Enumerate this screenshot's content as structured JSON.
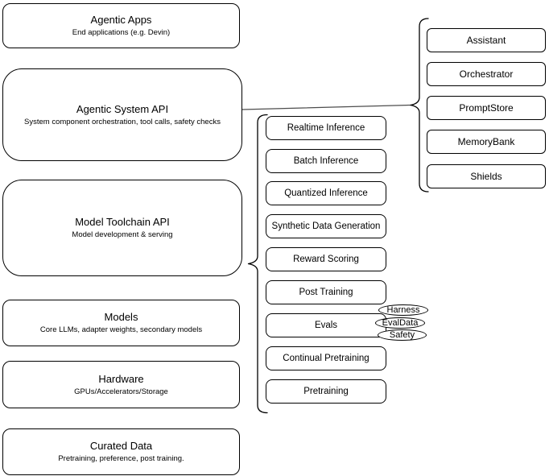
{
  "left_stack": [
    {
      "title": "Agentic Apps",
      "subtitle": "End applications (e.g. Devin)"
    },
    {
      "title": "Agentic System API",
      "subtitle": "System component orchestration, tool calls, safety checks"
    },
    {
      "title": "Model Toolchain API",
      "subtitle": "Model development & serving"
    },
    {
      "title": "Models",
      "subtitle": "Core LLMs, adapter weights, secondary models"
    },
    {
      "title": "Hardware",
      "subtitle": "GPUs/Accelerators/Storage"
    },
    {
      "title": "Curated Data",
      "subtitle": "Pretraining, preference, post training."
    }
  ],
  "toolchain_group": [
    "Realtime Inference",
    "Batch Inference",
    "Quantized Inference",
    "Synthetic Data Generation",
    "Reward Scoring",
    "Post Training",
    "Evals",
    "Continual Pretraining",
    "Pretraining"
  ],
  "evals_tags": [
    "Harness",
    "EvalData",
    "Safety"
  ],
  "system_group": [
    "Assistant",
    "Orchestrator",
    "PromptStore",
    "MemoryBank",
    "Shields"
  ],
  "colors": {
    "stroke": "#000000",
    "fill": "#ffffff",
    "ink": "#000000",
    "connector": "#4d4d4d"
  }
}
